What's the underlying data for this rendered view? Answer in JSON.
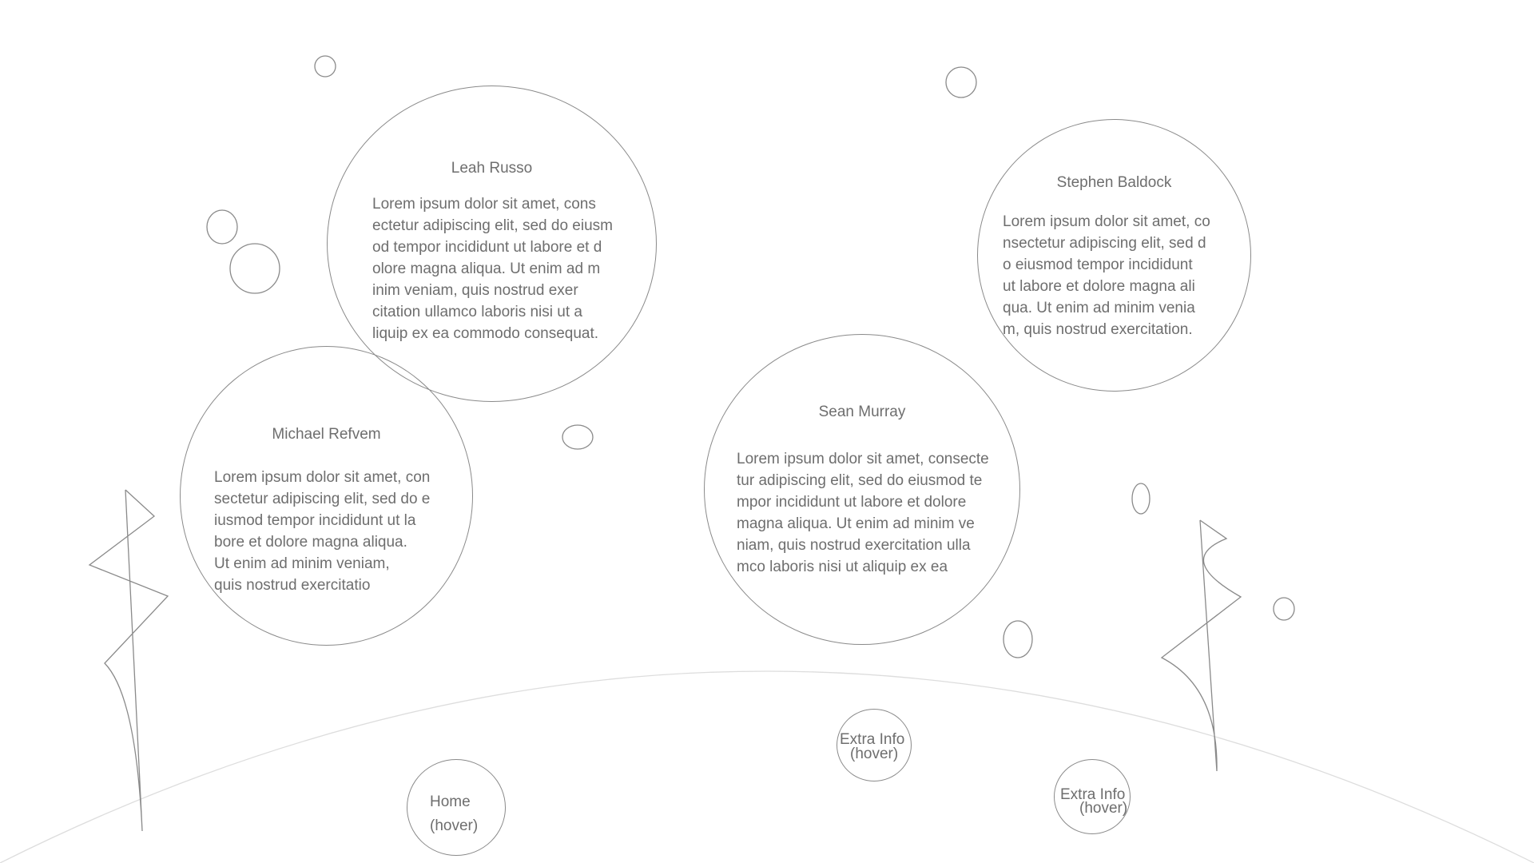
{
  "people": [
    {
      "name": "Leah Russo",
      "bio": "Lorem ipsum dolor sit amet, cons\nectetur adipiscing elit, sed do eiusm\nod tempor incididunt ut labore et d\nolore magna aliqua. Ut enim ad m\ninim veniam, quis nostrud exer\ncitation ullamco laboris nisi ut a\nliquip ex ea commodo consequat."
    },
    {
      "name": "Stephen Baldock",
      "bio": "Lorem ipsum dolor sit amet, co\nnsectetur adipiscing elit, sed d\no eiusmod tempor incididunt\nut labore et dolore magna ali\nqua. Ut enim ad minim venia\nm, quis nostrud exercitation."
    },
    {
      "name": "Michael Refvem",
      "bio": "Lorem ipsum dolor sit amet, con\nsectetur adipiscing elit, sed do e\niusmod tempor incididunt ut la\nbore et dolore magna aliqua.\nUt enim ad minim veniam,\nquis nostrud exercitatio"
    },
    {
      "name": "Sean Murray",
      "bio": "Lorem ipsum dolor sit amet, consecte\ntur adipiscing elit, sed do eiusmod te\nmpor incididunt ut labore et dolore\nmagna aliqua. Ut enim ad minim ve\nniam, quis nostrud exercitation ulla\nmco laboris nisi ut aliquip ex ea"
    }
  ],
  "nav": {
    "home": {
      "line1": "Home",
      "line2": "(hover)"
    },
    "extra_info_1": {
      "line1": "Extra Info",
      "line2": "(hover)"
    },
    "extra_info_2": {
      "line1": "Extra Info",
      "line2": "(hover)"
    }
  },
  "colors": {
    "background": "#ffffff",
    "outline": "#8a8a8a",
    "text": "#6e6e6e",
    "ground_arc": "#dddddd"
  }
}
